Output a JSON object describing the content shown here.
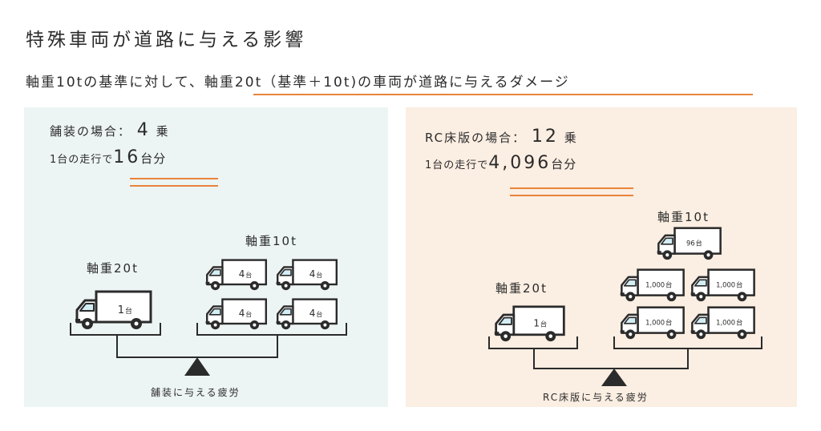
{
  "title": "特殊車両が道路に与える影響",
  "subtitle": "軸重10tの基準に対して、軸重20t（基準＋10t)の車両が道路に与えるダメージ",
  "colors": {
    "accent": "#e8843a",
    "panel_left": "#edf4f4",
    "panel_right": "#fbeee2",
    "ink": "#2b2b2b",
    "window": "#d3eef4"
  },
  "left": {
    "line1_prefix": "舗装の場合：",
    "line1_big": "4",
    "line1_suffix": "乗",
    "line2_prefix": "1台の走行で",
    "line2_big": "16",
    "line2_suffix": "台分",
    "heavy_label": "軸重20t",
    "light_label": "軸重10t",
    "heavy_truck": {
      "num": "1",
      "unit": "台"
    },
    "light_trucks": [
      {
        "num": "4",
        "unit": "台"
      },
      {
        "num": "4",
        "unit": "台"
      },
      {
        "num": "4",
        "unit": "台"
      },
      {
        "num": "4",
        "unit": "台"
      }
    ],
    "fatigue": "舗装に与える疲労"
  },
  "right": {
    "line1_prefix": "RC床版の場合：",
    "line1_big": "12",
    "line1_suffix": "乗",
    "line2_prefix": "1台の走行で",
    "line2_big": "4,096",
    "line2_suffix": "台分",
    "heavy_label": "軸重20t",
    "light_label": "軸重10t",
    "heavy_truck": {
      "num": "1",
      "unit": "台"
    },
    "top_truck": {
      "num": "96",
      "unit": "台"
    },
    "light_trucks": [
      {
        "num": "1,000",
        "unit": "台"
      },
      {
        "num": "1,000",
        "unit": "台"
      },
      {
        "num": "1,000",
        "unit": "台"
      },
      {
        "num": "1,000",
        "unit": "台"
      }
    ],
    "fatigue": "RC床版に与える疲労"
  }
}
